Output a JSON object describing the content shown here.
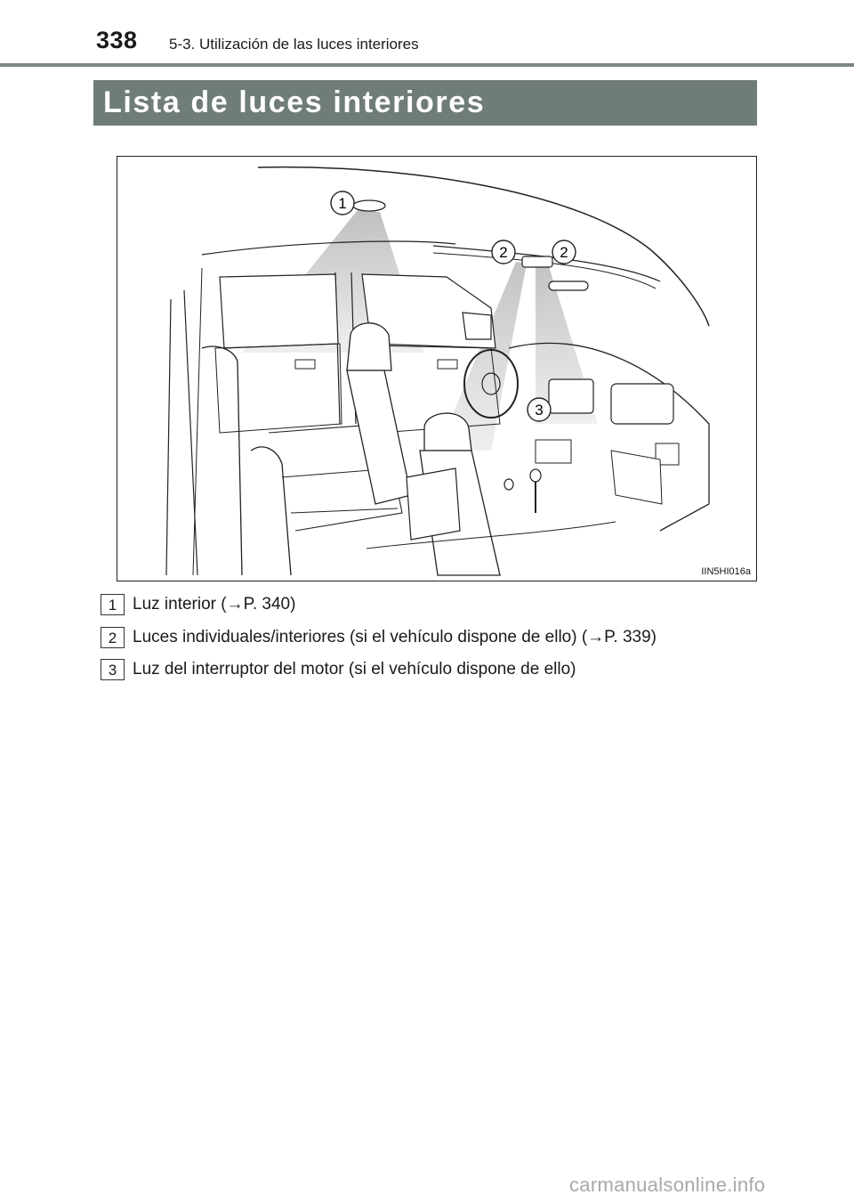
{
  "header": {
    "page_number": "338",
    "section": "5-3. Utilización de las luces interiores"
  },
  "title": "Lista de luces interiores",
  "figure": {
    "code": "IIN5HI016a",
    "callouts": [
      "1",
      "2",
      "2",
      "3"
    ]
  },
  "legend": [
    {
      "badge": "1",
      "text": "Luz interior (→P. 340)"
    },
    {
      "badge": "2",
      "text": "Luces individuales/interiores (si el vehículo dispone de ello) (→P. 339)"
    },
    {
      "badge": "3",
      "text": "Luz del interruptor del motor (si el vehículo dispone de ello)"
    }
  ],
  "footer": {
    "watermark": "carmanualsonline.info"
  }
}
